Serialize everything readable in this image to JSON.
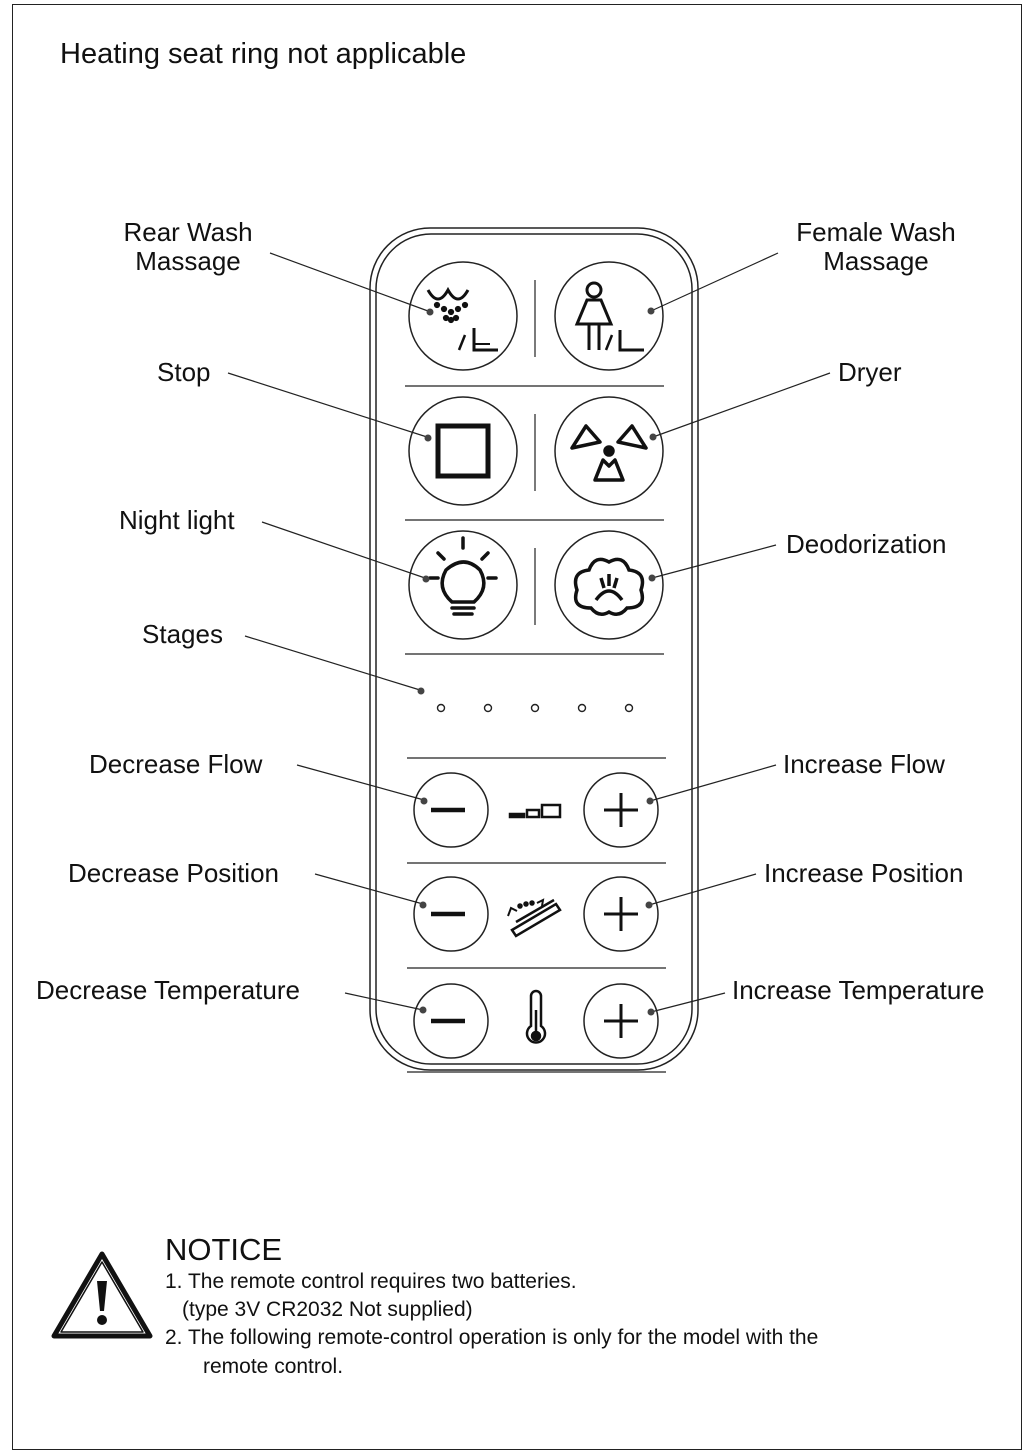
{
  "header": "Heating seat ring not applicable",
  "labels": {
    "rear_wash": "Rear Wash\nMassage",
    "female_wash": "Female Wash\nMassage",
    "stop": "Stop",
    "dryer": "Dryer",
    "night_light": "Night light",
    "deodorization": "Deodorization",
    "stages": "Stages",
    "decrease_flow": "Decrease Flow",
    "increase_flow": "Increase Flow",
    "decrease_position": "Decrease Position",
    "increase_position": "Increase Position",
    "decrease_temperature": "Decrease Temperature",
    "increase_temperature": "Increase Temperature"
  },
  "notice": {
    "title": "NOTICE",
    "lines": [
      "1. The remote control requires two batteries.",
      "(type 3V CR2032 Not supplied)",
      "2. The following remote-control operation is only for the model with the",
      "remote control."
    ]
  },
  "icons": [
    "rear-wash-icon",
    "female-wash-icon",
    "stop-icon",
    "dryer-icon",
    "night-light-icon",
    "deodorization-icon",
    "flow-icon",
    "position-icon",
    "thermometer-icon",
    "minus-icon",
    "plus-icon",
    "warning-icon"
  ]
}
